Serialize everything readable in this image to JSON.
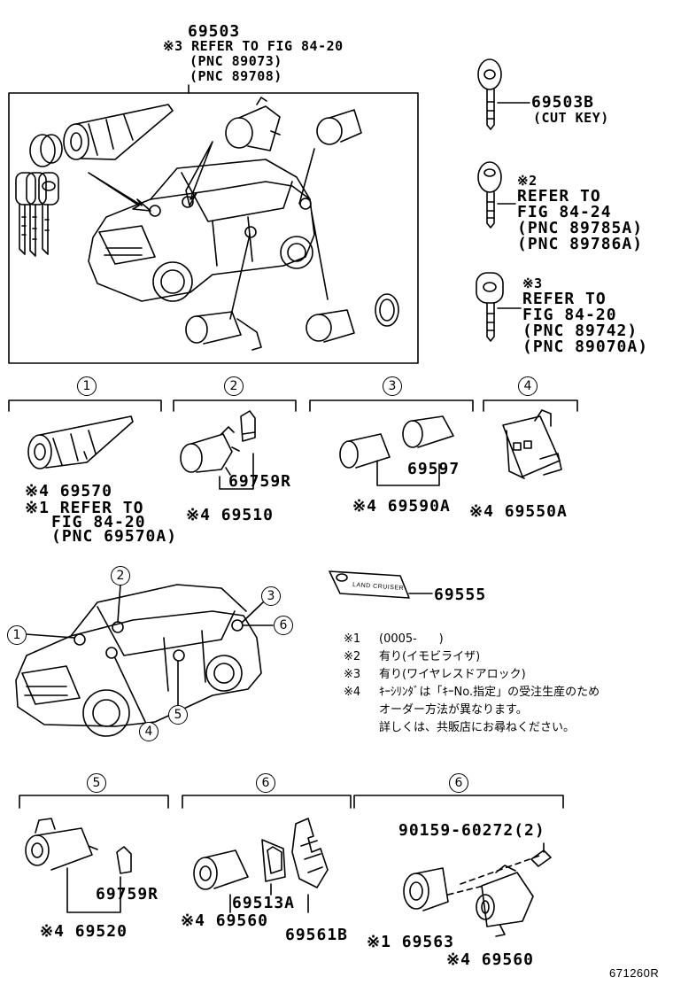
{
  "top": {
    "part": "69503",
    "ref": "※3 REFER TO FIG 84-20",
    "pnc1": "(PNC 89073)",
    "pnc2": "(PNC 89708)"
  },
  "keys": {
    "k1_part": "69503B",
    "k1_note": "(CUT KEY)",
    "k2_mark": "※2",
    "k2_lines": [
      "REFER TO",
      "FIG 84-24",
      "(PNC 89785A)",
      "(PNC 89786A)"
    ],
    "k3_mark": "※3",
    "k3_lines": [
      "REFER TO",
      "FIG 84-20",
      "(PNC 89742)",
      "(PNC 89070A)"
    ]
  },
  "groups": {
    "g1": {
      "num": "1",
      "part": "※4 69570",
      "ref1": "※1 REFER TO",
      "ref2": "FIG 84-20",
      "ref3": "(PNC 69570A)"
    },
    "g2": {
      "num": "2",
      "partA": "69759R",
      "partB": "※4 69510"
    },
    "g3": {
      "num": "3",
      "partA": "69597",
      "partB": "※4 69590A"
    },
    "g4": {
      "num": "4",
      "part": "※4 69550A"
    },
    "g5": {
      "num": "5",
      "partA": "69759R",
      "partB": "※4 69520"
    },
    "g6a": {
      "num": "6",
      "partA": "69513A",
      "partB": "※4 69560",
      "partC": "69561B"
    },
    "g6b": {
      "num": "6",
      "partA": "90159-60272(2)",
      "partB": "※1 69563",
      "partC": "※4 69560"
    }
  },
  "fob": {
    "part": "69555",
    "brand": "LAND CRUISER"
  },
  "car_callouts": [
    "1",
    "2",
    "3",
    "4",
    "5",
    "6"
  ],
  "notes": [
    {
      "mark": "※1",
      "text": "(0005-      )"
    },
    {
      "mark": "※2",
      "text": "有り(イモビライザ)"
    },
    {
      "mark": "※3",
      "text": "有り(ワイヤレスドアロック)"
    },
    {
      "mark": "※4",
      "text": "ｷｰｼﾘﾝﾀﾞは「ｷｰNo.指定」の受注生産のため"
    },
    {
      "mark": "",
      "text": "オーダー方法が異なります。"
    },
    {
      "mark": "",
      "text": "詳しくは、共販店にお尋ねください。"
    }
  ],
  "figure_id": "671260R"
}
